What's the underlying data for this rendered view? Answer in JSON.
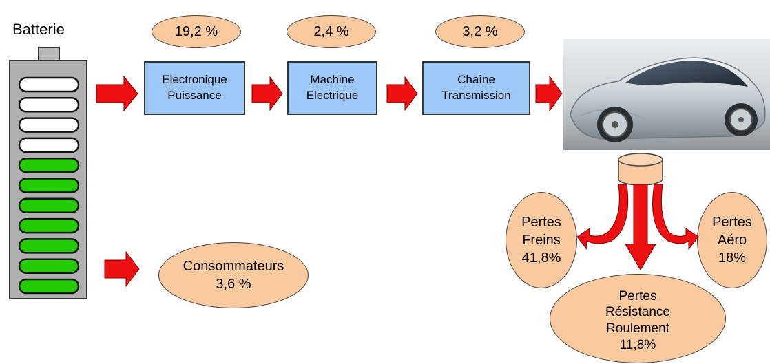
{
  "battery": {
    "title": "Batterie",
    "cells_empty": 4,
    "cells_full": 7,
    "fill_color": "#22cc00"
  },
  "efficiency_losses": [
    {
      "id": "elec",
      "value": "19,2 %"
    },
    {
      "id": "machine",
      "value": "2,4 %"
    },
    {
      "id": "trans",
      "value": "3,2 %"
    }
  ],
  "components": [
    {
      "line1": "Electronique",
      "line2": "Puissance"
    },
    {
      "line1": "Machine",
      "line2": "Electrique"
    },
    {
      "line1": "Chaîne",
      "line2": "Transmission"
    }
  ],
  "consumers": {
    "line1": "Consommateurs",
    "line2": "3,6 %"
  },
  "losses": {
    "brakes": {
      "line1": "Pertes",
      "line2": "Freins",
      "line3": "41,8%"
    },
    "aero": {
      "line1": "Pertes",
      "line2": "Aéro",
      "line3": "18%"
    },
    "rolling": {
      "line1": "Pertes",
      "line2": "Résistance",
      "line3": "Roulement",
      "line4": "11,8%"
    }
  },
  "colors": {
    "arrow": "#ee1111",
    "box": "#9cc8f8",
    "ellipse": "#f9c9a0"
  },
  "icons": {
    "vehicle": "electric-concept-car-image",
    "wheel": "wheel-cylinder-icon"
  }
}
